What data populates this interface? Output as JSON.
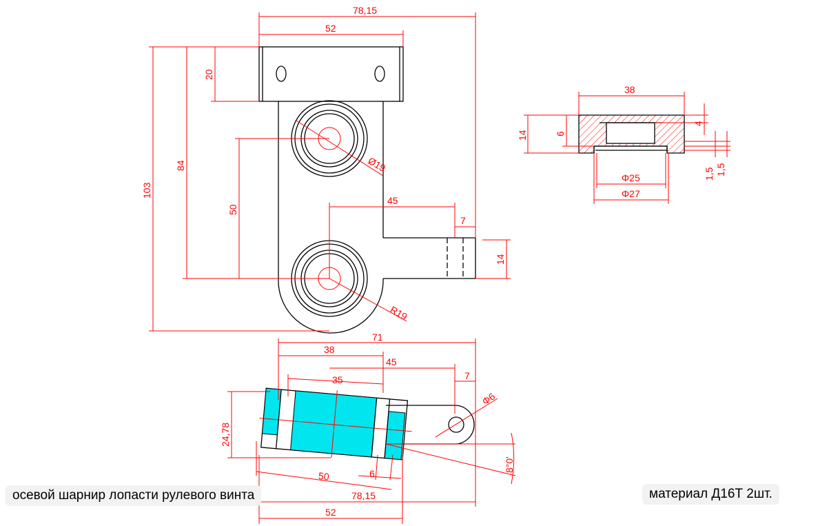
{
  "title_note": "осевой шарнир лопасти рулевого винта",
  "material_note": "материал  Д16Т  2шт.",
  "dimensions": {
    "top_overall_width": "78,15",
    "top_flange_width": "52",
    "flange_height": "20",
    "height_103": "103",
    "height_84": "84",
    "height_50": "50",
    "bore_diameter": "Ø19",
    "arm_length": "45",
    "arm_tip": "7",
    "arm_thickness": "14",
    "outer_radius": "R19",
    "bush_width": "38",
    "bush_height": "14",
    "bush_recess": "6",
    "bush_top": "4",
    "bush_15a": "1,5",
    "bush_15b": "1,5",
    "bush_d25": "Φ25",
    "bush_d27": "Φ27",
    "bot_71": "71",
    "bot_38": "38",
    "bot_45": "45",
    "bot_35": "35",
    "bot_7": "7",
    "bot_hole": "Φ6",
    "bot_2478": "24,78",
    "bot_angle": "8°0'",
    "bot_50": "50",
    "bot_6": "6",
    "bot_7815": "78,15",
    "bot_52": "52"
  }
}
